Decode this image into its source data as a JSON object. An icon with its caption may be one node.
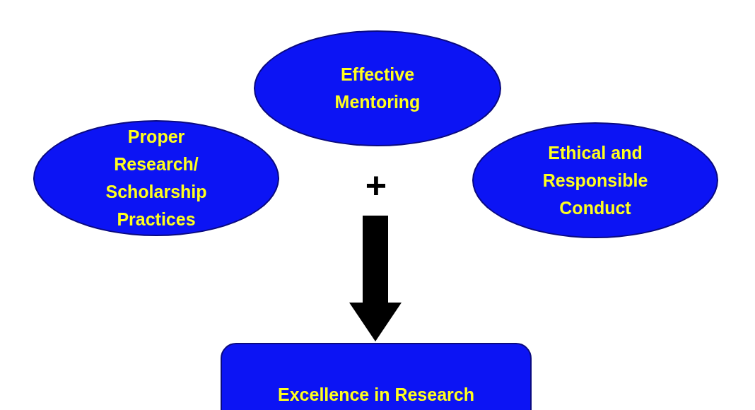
{
  "diagram": {
    "nodes": [
      {
        "text": [
          "Effective Mentoring"
        ]
      },
      {
        "text": [
          "Proper Research/ Scholarship Practices"
        ]
      },
      {
        "text": [
          "Ethical and Responsible Conduct"
        ]
      },
      {
        "text": [
          "Excellence in Research"
        ]
      }
    ],
    "edges": [
      {
        "from": null,
        "to": 3,
        "arrow": "to"
      }
    ],
    "labels": [
      "+"
    ]
  }
}
